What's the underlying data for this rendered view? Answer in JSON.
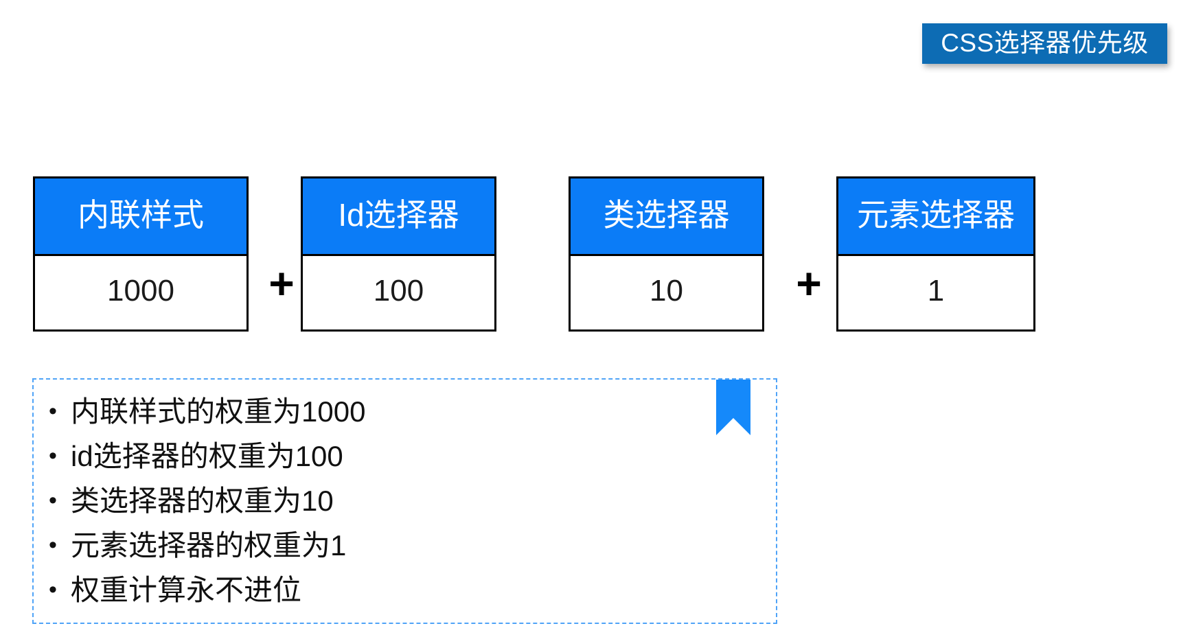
{
  "page": {
    "background": "#ffffff"
  },
  "title_badge": {
    "text": "CSS选择器优先级",
    "background": "#0D6CB4",
    "text_color": "#ffffff"
  },
  "weight_table": {
    "header_background": "#0B7CF7",
    "header_text_color": "#ffffff",
    "border_color": "#000000",
    "operator": "+",
    "columns": [
      {
        "label": "内联样式",
        "value": "1000"
      },
      {
        "label": "Id选择器",
        "value": "100"
      },
      {
        "label": "类选择器",
        "value": "10"
      },
      {
        "label": "元素选择器",
        "value": "1"
      }
    ]
  },
  "note_box": {
    "border_color": "#4FA3F7",
    "border_style": "dashed",
    "bullet": "•",
    "items": [
      "内联样式的权重为1000",
      "id选择器的权重为100",
      "类选择器的权重为10",
      "元素选择器的权重为1",
      "权重计算永不进位"
    ],
    "bookmark_icon": {
      "name": "bookmark-icon",
      "color": "#1589FA"
    }
  }
}
